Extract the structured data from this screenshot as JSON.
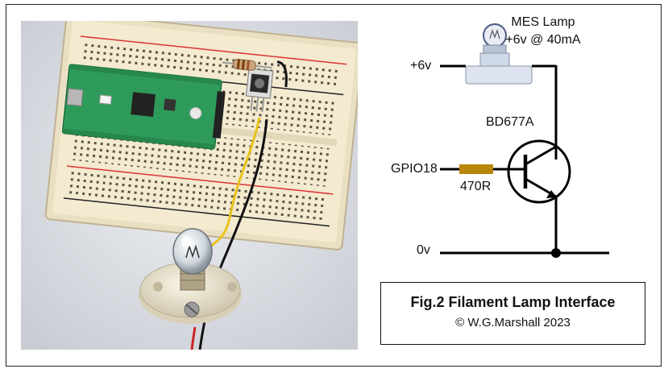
{
  "schematic": {
    "lamp_title": "MES Lamp",
    "lamp_rating": "+6v @ 40mA",
    "supply_label": "+6v",
    "transistor_label": "BD677A",
    "input_label": "GPIO18",
    "resistor_label": "470R",
    "ground_label": "0v",
    "wire_color": "#000000",
    "resistor_color": "#b8860b"
  },
  "caption": {
    "title": "Fig.2 Filament Lamp Interface",
    "credit": "© W.G.Marshall 2023"
  },
  "photo": {
    "board_color": "#f3ead0",
    "pico_color": "#2f9b5a",
    "wire_colors": [
      "#e8c21a",
      "#111111",
      "#cc2222"
    ]
  }
}
